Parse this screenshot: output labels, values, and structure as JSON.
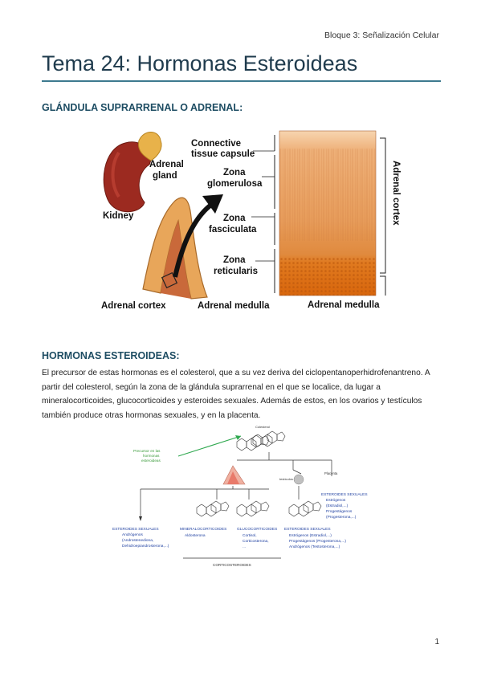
{
  "header": {
    "section": "Bloque 3: Señalización Celular"
  },
  "title": "Tema 24: Hormonas Esteroideas",
  "section1": {
    "heading": "GLÁNDULA SUPRARRENAL O ADRENAL:"
  },
  "figure1": {
    "labels": {
      "adrenal_gland": [
        "Adrenal",
        "gland"
      ],
      "kidney": "Kidney",
      "capsule": [
        "Connective",
        "tissue capsule"
      ],
      "glomerulosa": [
        "Zona",
        "glomerulosa"
      ],
      "fasciculata": [
        "Zona",
        "fasciculata"
      ],
      "reticularis": [
        "Zona",
        "reticularis"
      ],
      "cortex_left": "Adrenal cortex",
      "medulla_left": "Adrenal medulla",
      "medulla_right": "Adrenal medulla",
      "cortex_vertical": "Adrenal cortex"
    }
  },
  "section2": {
    "heading": "HORMONAS ESTEROIDEAS:",
    "paragraph": "El precursor de estas hormonas es el colesterol, que a su vez deriva del ciclopentanoperhidrofenantreno. A partir del colesterol, según la zona de la glándula suprarrenal en el que se localice, da lugar a mineralocorticoides, glucocorticoides y esteroides sexuales. Además de estos, en los ovarios y testículos también produce otras hormonas sexuales, y en la placenta."
  },
  "figure2": {
    "precursor_note": [
      "Precursor en las",
      "hormonas",
      "esteroideas"
    ],
    "cholesterol": "Colesterol",
    "testicles": "testículos",
    "placenta": "Placenta",
    "groups": [
      {
        "title": "ESTEROIDES SEXUALES",
        "items": [
          "Andrógenos",
          "(Androstenediona,",
          "Dehidroepiandrosterona,...)"
        ]
      },
      {
        "title": "MINERALOCORTICOIDES",
        "items": [
          "Aldosterona"
        ]
      },
      {
        "title": "GLUCOCORTICOIDES",
        "items": [
          "Cortisol,",
          "Corticosterona,",
          "..."
        ]
      },
      {
        "title": "ESTEROIDES SEXUALES",
        "items": [
          "Estrógenos (Estradiol,...)",
          "Progestágenos (Progesterona,...)",
          "Andrógenos (Testosterona,...)"
        ]
      },
      {
        "title": "ESTEROIDES SEXUALES",
        "items": [
          "Estrógenos",
          "(Estradiol,...)",
          "Progestágenos",
          "(Progesterona,...)"
        ]
      }
    ],
    "corticosteroids": "CORTICOSTEROIDES"
  },
  "page_number": "1"
}
